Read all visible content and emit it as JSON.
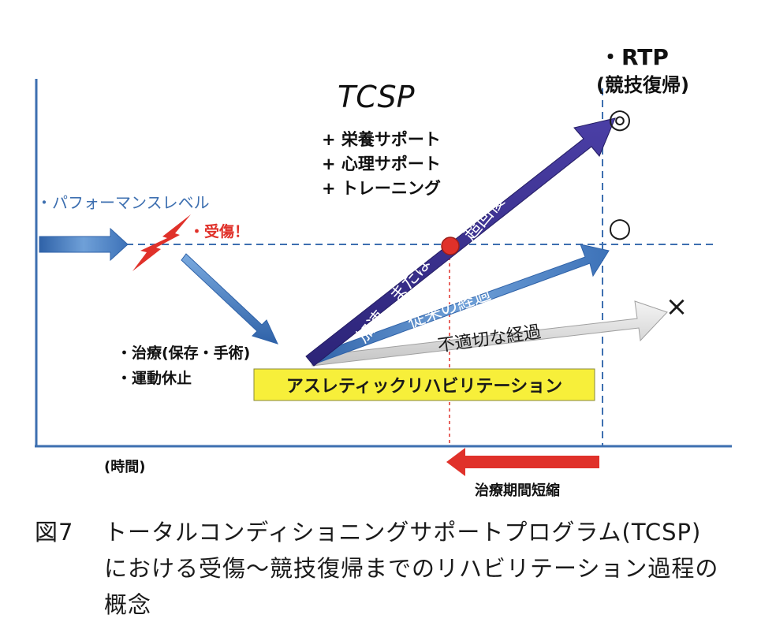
{
  "diagram": {
    "title": "TCSP",
    "rtp_line1": "・RTP",
    "rtp_line2": "(競技復帰)",
    "support_items": [
      "+ 栄養サポート",
      "+ 心理サポート",
      "+ トレーニング"
    ],
    "performance_label": "・パフォーマンスレベル",
    "injury_label": "・受傷！",
    "treatment_items": [
      "・治療(保存・手術)",
      "・運動休止"
    ],
    "athletic_rehab": "アスレティックリハビリテーション",
    "accel_label": "加速、または",
    "super_recovery": "超回復",
    "conventional_course": "従来の経過",
    "inappropriate_course": "不適切な経過",
    "time_label": "(時間)",
    "shortened_label": "治療期間短縮",
    "outcome_best": "◎",
    "outcome_good": "○",
    "outcome_bad": "×",
    "colors": {
      "performance_blue": "#4a7fbd",
      "injury_red": "#e0312a",
      "tcsp_purple": "#3c3090",
      "rehab_yellow": "#f7ef3a",
      "grey_arrow": "#d9d9d9"
    }
  },
  "caption": {
    "figure_number": "図7",
    "line1": "トータルコンディショニングサポートプログラム(TCSP)",
    "line2": "における受傷～競技復帰までのリハビリテーション過程の",
    "line3": "概念"
  }
}
